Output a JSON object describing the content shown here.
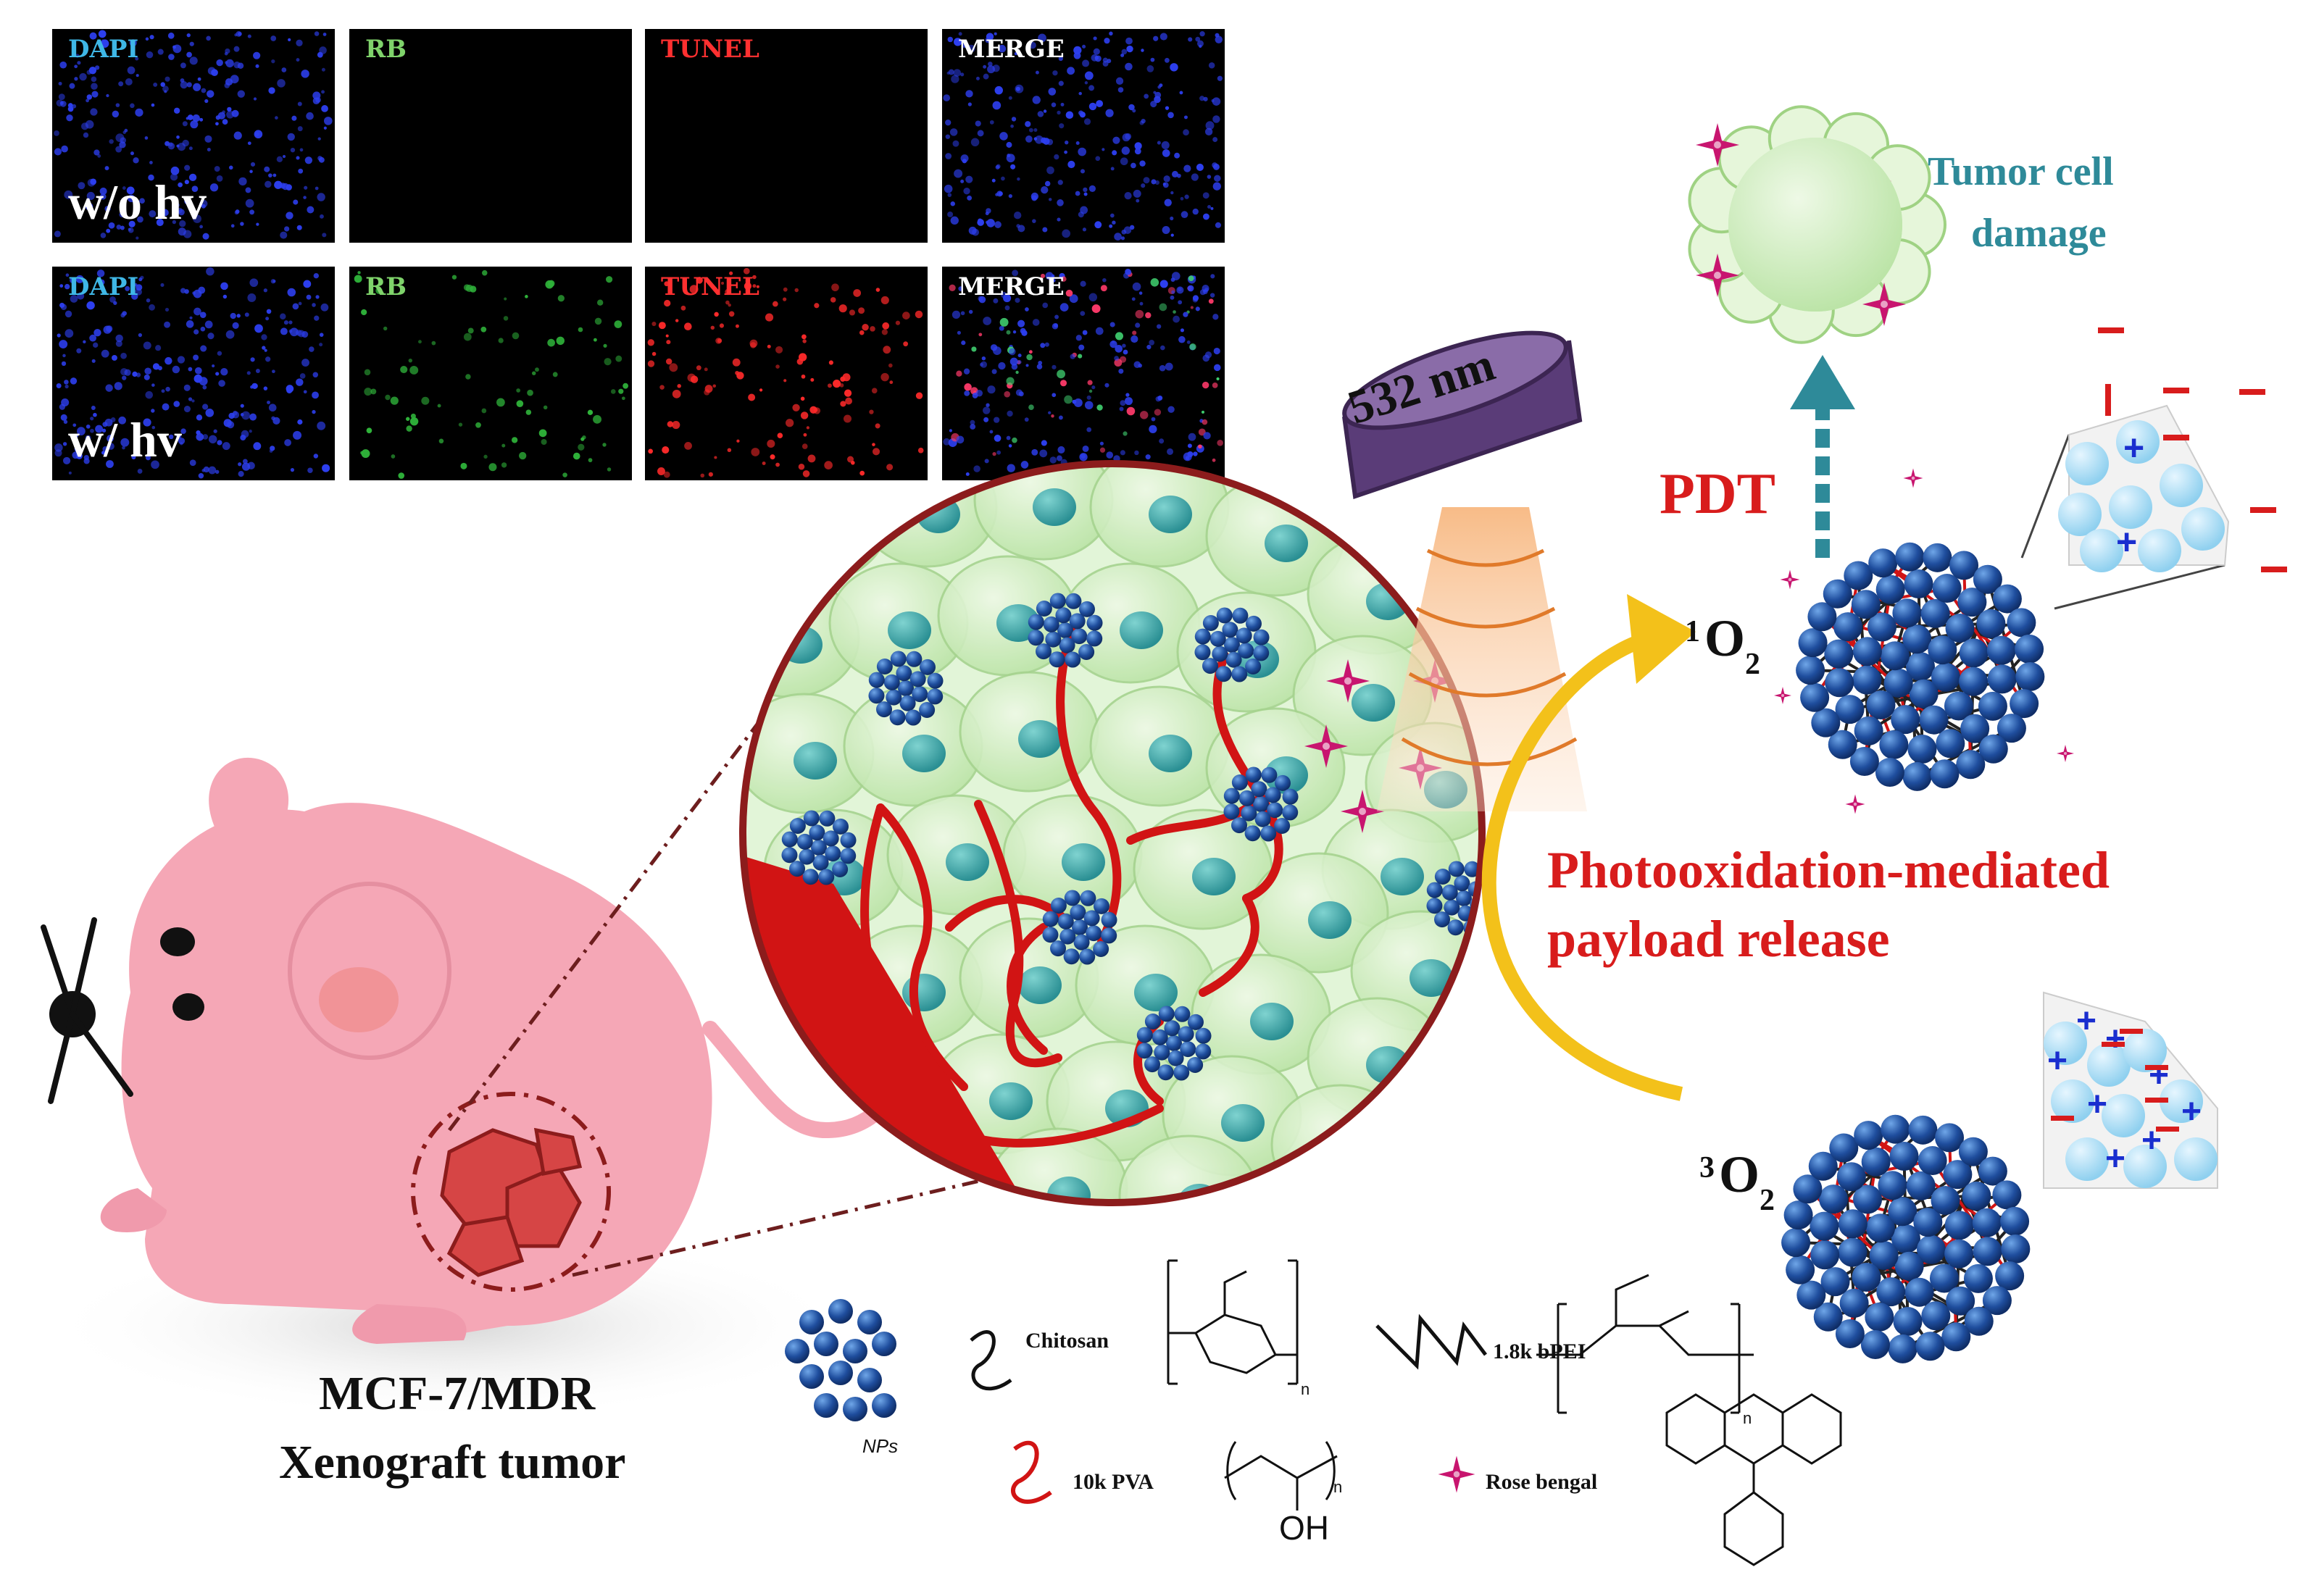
{
  "panel": {
    "columns": [
      "DAPI",
      "RB",
      "TUNEL",
      "MERGE"
    ],
    "rows": [
      "w/o hv",
      "w/ hv"
    ],
    "label_colors": {
      "DAPI": "#3fb7e6",
      "RB": "#7fd36b",
      "TUNEL": "#ff3030",
      "MERGE": "#ffffff"
    }
  },
  "laser_label": "532 nm",
  "pdt_label": "PDT",
  "singlet_oxygen": {
    "sup": "1",
    "base": "O",
    "sub": "2"
  },
  "triplet_oxygen": {
    "sup": "3",
    "base": "O",
    "sub": "2"
  },
  "tumor_damage": {
    "line1": "Tumor cell",
    "line2": "damage"
  },
  "release_caption": {
    "line1": "Photooxidation-mediated",
    "line2": "payload release"
  },
  "xenograft": {
    "line1": "MCF-7/MDR",
    "line2": "Xenograft tumor"
  },
  "legend": {
    "nps": "NPs",
    "chitosan": "Chitosan",
    "bpei": "1.8k bPEI",
    "pva": "10k PVA",
    "rose_bengal": "Rose bengal",
    "oh": "OH",
    "n_sub": "n"
  },
  "colors": {
    "pdt_red": "#d81c1c",
    "teal_text": "#2e8a99",
    "mouse_pink": "#f5a7b6",
    "cell_green": "#cfeec0",
    "nucleus_teal": "#3aa7a9",
    "np_blue": "#1f4e9e",
    "rose_bengal": "#c8156f",
    "arrow_yellow": "#f3c11a",
    "laser_purple": "#5a3c78"
  }
}
